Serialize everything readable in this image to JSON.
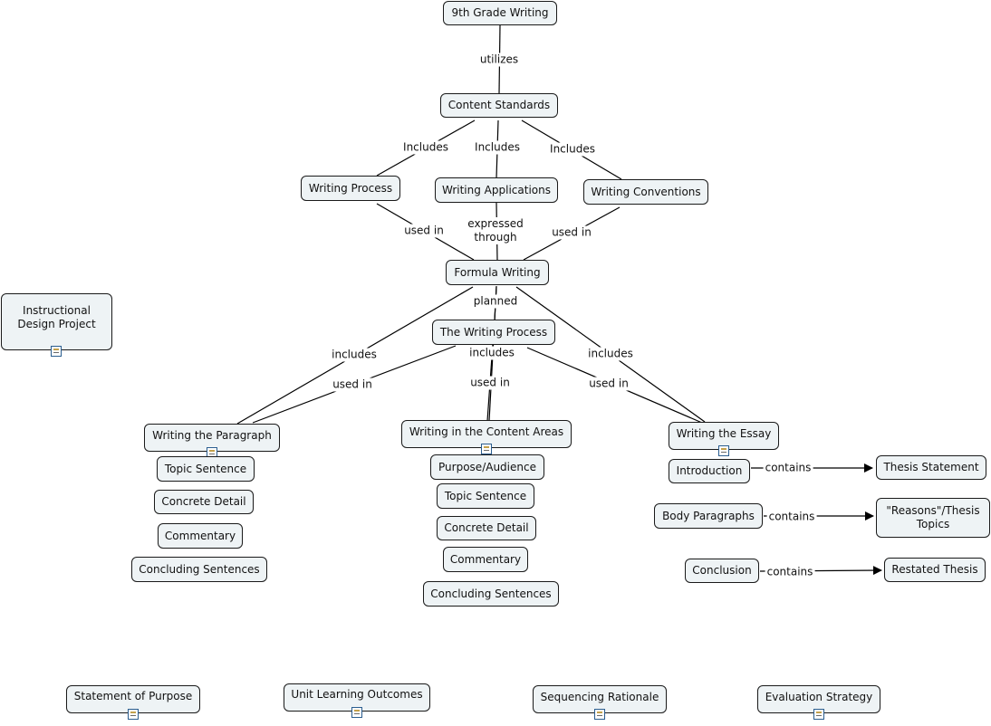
{
  "concept_map": {
    "nodes": {
      "root": "9th Grade Writing",
      "standards": "Content Standards",
      "process": "Writing Process",
      "applications": "Writing Applications",
      "conventions": "Writing Conventions",
      "formula": "Formula Writing",
      "writing_process": "The Writing Process",
      "instructional": "Instructional\nDesign Project",
      "paragraph": "Writing the Paragraph",
      "content_areas": "Writing in the Content Areas",
      "essay": "Writing the Essay",
      "p_topic": "Topic Sentence",
      "p_concrete": "Concrete Detail",
      "p_commentary": "Commentary",
      "p_concluding": "Concluding Sentences",
      "c_purpose": "Purpose/Audience",
      "c_topic": "Topic Sentence",
      "c_concrete": "Concrete Detail",
      "c_commentary": "Commentary",
      "c_concluding": "Concluding Sentences",
      "introduction": "Introduction",
      "body": "Body Paragraphs",
      "conclusion": "Conclusion",
      "thesis": "Thesis Statement",
      "reasons": "\"Reasons\"/Thesis\nTopics",
      "restated": "Restated Thesis",
      "statement_purpose": "Statement of Purpose",
      "unit_outcomes": "Unit Learning Outcomes",
      "sequencing": "Sequencing Rationale",
      "evaluation": "Evaluation Strategy"
    },
    "links": {
      "utilizes": "utilizes",
      "includes_1": "Includes",
      "includes_2": "Includes",
      "includes_3": "Includes",
      "used_in_1": "used in",
      "expressed_through": "expressed\nthrough",
      "used_in_2": "used in",
      "planned": "planned",
      "includes_4": "includes",
      "includes_5": "includes",
      "includes_6": "includes",
      "used_in_3": "used in",
      "used_in_4": "used in",
      "used_in_5": "used in",
      "contains_1": "contains",
      "contains_2": "contains",
      "contains_3": "contains"
    },
    "colors": {
      "node_fill": "#eef3f5",
      "node_border": "#1a1a1a",
      "connector": "#000000",
      "attachment_icon": "#2a5d8f"
    },
    "attachment_icon": "document-icon"
  }
}
